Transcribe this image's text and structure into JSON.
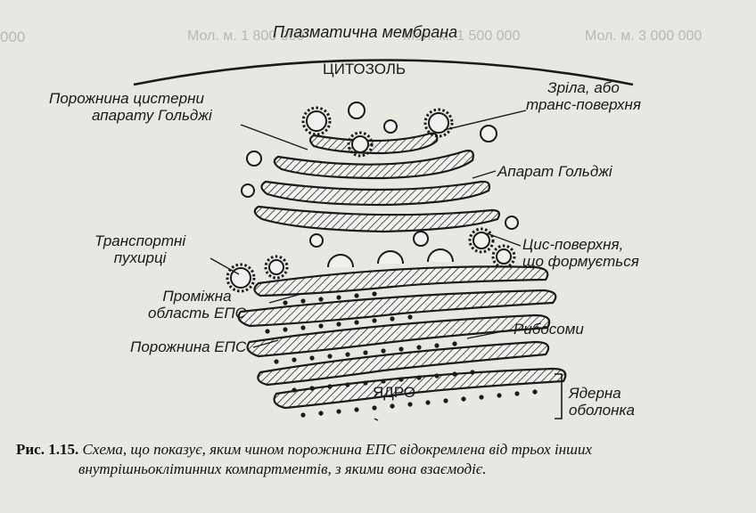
{
  "diagram": {
    "labels": {
      "membrane": "Плазматична мембрана",
      "cytosol": "ЦИТОЗОЛЬ",
      "golgi_cistern_lumen_line1": "Порожнина цистерни",
      "golgi_cistern_lumen_line2": "апарату Гольджі",
      "trans_face_line1": "Зріла, або",
      "trans_face_line2": "транс-поверхня",
      "golgi_apparatus": "Апарат Гольджі",
      "transport_vesicles_line1": "Транспортні",
      "transport_vesicles_line2": "пухирці",
      "cis_face_line1": "Цис-поверхня,",
      "cis_face_line2": "що формується",
      "intermediate_er_line1": "Проміжна",
      "intermediate_er_line2": "область ЕПС",
      "er_lumen": "Порожнина ЕПС",
      "ribosomes": "Рибосоми",
      "nucleus": "ЯДРО",
      "nuclear_envelope_line1": "Ядерна",
      "nuclear_envelope_line2": "оболонка"
    },
    "caption": {
      "number": "Рис. 1.15.",
      "text_line1": "Схема, що показує, яким чином порожнина ЕПС відокремлена від трьох інших",
      "text_line2": "внутрішньоклітинних компартментів, з якими вона взаємодіє."
    },
    "background_text": {
      "mol_left": "Мол. м. 1 800 000",
      "mol_mid": "Мол. м. 1 500 000",
      "mol_right": "Мол. м. 3 000 000",
      "page_left_fragment": "000"
    },
    "colors": {
      "paper": "#e9e7e2",
      "ink": "#1a1a1a",
      "ghost": "#b9b7b2"
    }
  }
}
